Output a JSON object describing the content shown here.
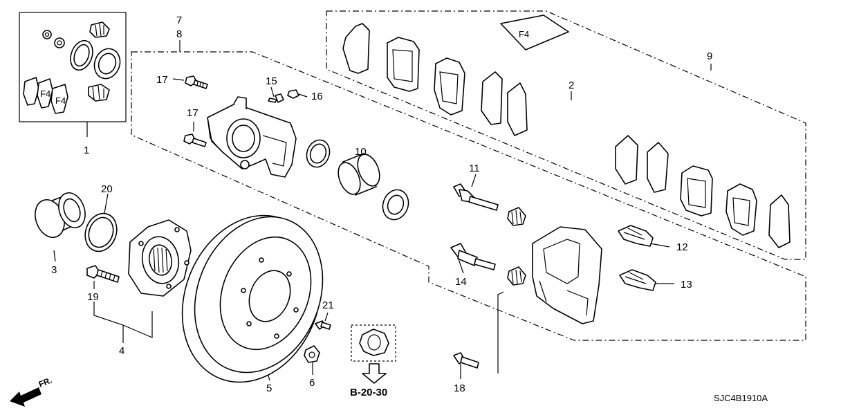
{
  "callouts": {
    "c1": "1",
    "c2": "2",
    "c3": "3",
    "c4": "4",
    "c5": "5",
    "c6": "6",
    "c7": "7",
    "c8": "8",
    "c9": "9",
    "c10": "10",
    "c11": "11",
    "c12": "12",
    "c13": "13",
    "c14": "14",
    "c15": "15",
    "c16": "16",
    "c17a": "17",
    "c17b": "17",
    "c18": "18",
    "c19": "19",
    "c20": "20",
    "c21": "21"
  },
  "reference": "B-20-30",
  "front_marker": "FR.",
  "diagram_code": "SJC4B1910A",
  "icons": [
    "arrow-down-icon",
    "front-arrow-icon"
  ]
}
